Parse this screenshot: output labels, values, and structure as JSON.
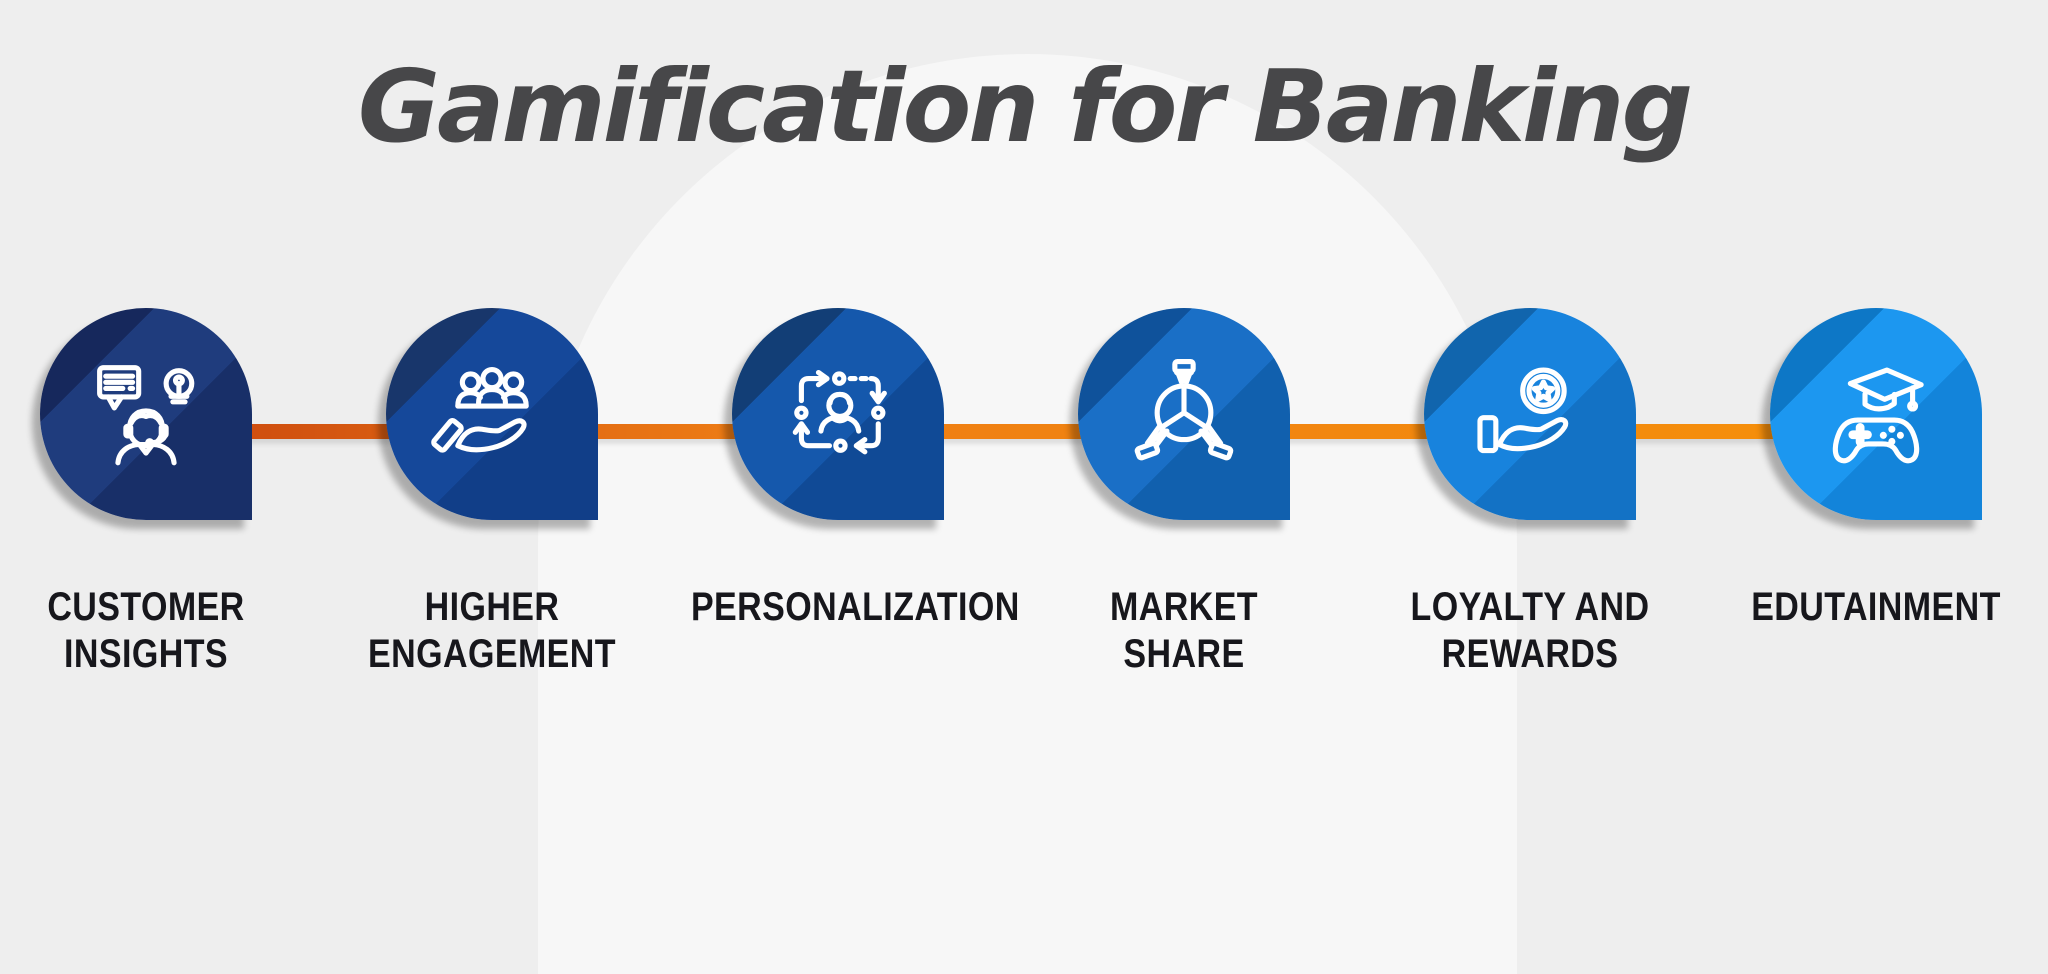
{
  "title": "Gamification for Banking",
  "theme": {
    "bg": "#eeeeee",
    "arch": "#f7f7f7",
    "title_color": "#474749",
    "label_color": "#17171c",
    "icon_stroke": "#ffffff",
    "connector_left": "#c9450f",
    "connector_mid": "#ee7d15",
    "connector_right": "#f6900a"
  },
  "nodes": [
    {
      "label": "CUSTOMER INSIGHTS",
      "lines": [
        "CUSTOMER",
        "INSIGHTS"
      ],
      "icon": "customer-insights-icon",
      "colors": {
        "wedge": "#16285c",
        "mid": "#1f3c7d",
        "corner": "#182f68"
      }
    },
    {
      "label": "HIGHER ENGAGEMENT",
      "lines": [
        "HIGHER",
        "ENGAGEMENT"
      ],
      "icon": "group-on-hand-icon",
      "colors": {
        "wedge": "#18366b",
        "mid": "#15489a",
        "corner": "#113e88"
      }
    },
    {
      "label": "PERSONALIZATION",
      "lines": [
        "PERSONALIZATION"
      ],
      "icon": "user-cycle-icon",
      "colors": {
        "wedge": "#123e76",
        "mid": "#1558ac",
        "corner": "#104a96"
      }
    },
    {
      "label": "MARKET SHARE",
      "lines": [
        "MARKET",
        "SHARE"
      ],
      "icon": "pie-share-hands-icon",
      "colors": {
        "wedge": "#0f529b",
        "mid": "#1a6fc6",
        "corner": "#1160ae"
      }
    },
    {
      "label": "LOYALTY AND REWARDS",
      "lines": [
        "LOYALTY AND",
        "REWARDS"
      ],
      "icon": "hand-badge-star-icon",
      "colors": {
        "wedge": "#1165ad",
        "mid": "#1883dd",
        "corner": "#1372c5"
      }
    },
    {
      "label": "EDUTAINMENT",
      "lines": [
        "EDUTAINMENT"
      ],
      "icon": "gamepad-graduation-icon",
      "colors": {
        "wedge": "#0d77c6",
        "mid": "#1c97f0",
        "corner": "#1384da"
      }
    }
  ]
}
